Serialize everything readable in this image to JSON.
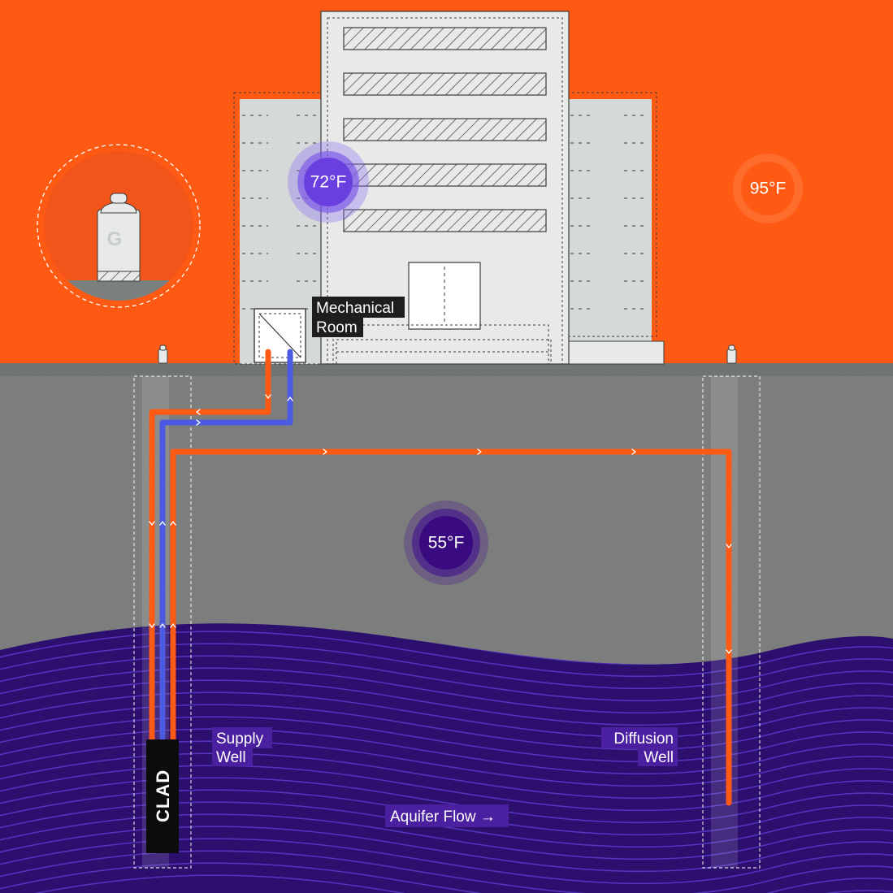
{
  "colors": {
    "sky": "#ff5a14",
    "ground": "#7b7f7d",
    "aquifer": "#2d0f6e",
    "warm_pipe": "#ff5a14",
    "cool_pipe": "#4b5ae0",
    "building": "#e8eaea",
    "label_bg_dark": "#1e1e1e",
    "label_bg_purple": "#4a1fa0"
  },
  "temperatures": {
    "indoor": "72°F",
    "outdoor": "95°F",
    "ground": "55°F"
  },
  "labels": {
    "mechanical_room_line1": "Mechanical",
    "mechanical_room_line2": "Room",
    "supply_well_line1": "Supply",
    "supply_well_line2": "Well",
    "diffusion_well_line1": "Diffusion",
    "diffusion_well_line2": "Well",
    "aquifer_flow": "Aquifer Flow →",
    "pump_brand": "CLAD",
    "tank_mark": "G"
  },
  "icons": {
    "outdoor_tank": "pressure-tank-icon",
    "flow_arrow": "chevron-icon"
  }
}
